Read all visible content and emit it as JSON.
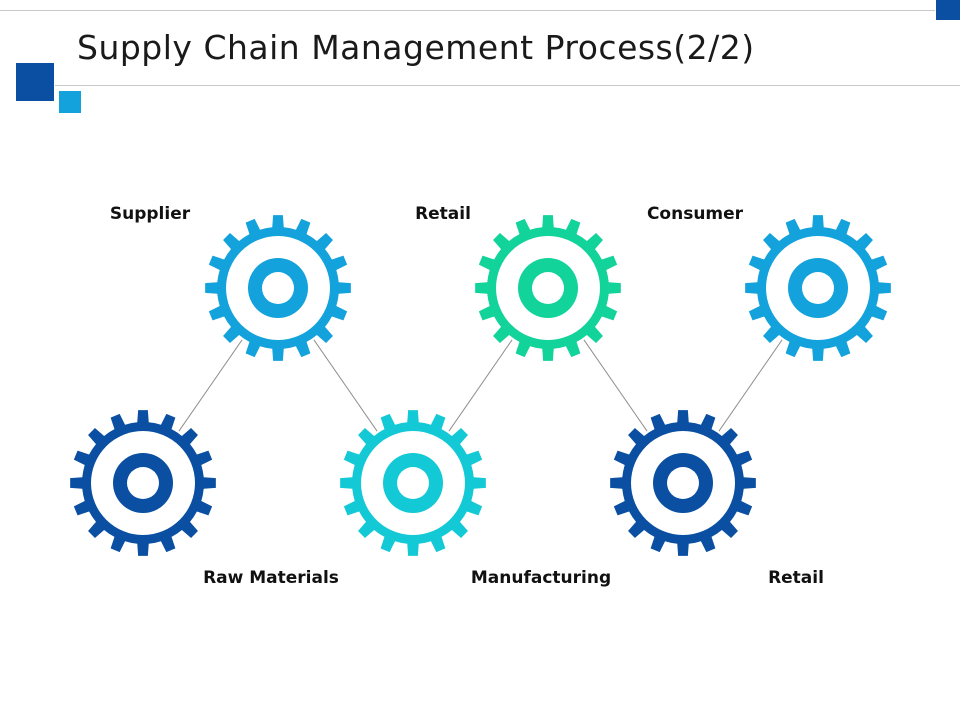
{
  "slide": {
    "title": "Supply Chain Management Process(2/2)"
  },
  "colors": {
    "dark_blue": "#0a4fa1",
    "medium_blue": "#13a2dc",
    "green": "#12d39a",
    "cyan": "#14c9d6",
    "connector": "#8f8f8f",
    "rule": "#c8c8c8",
    "title_text": "#1a1a1a"
  },
  "stages": [
    {
      "label": "Raw Materials",
      "color": "#0a4fa1",
      "row": "bottom",
      "icon": "gear-icon"
    },
    {
      "label": "Supplier",
      "color": "#13a2dc",
      "row": "top",
      "icon": "gear-icon"
    },
    {
      "label": "Manufacturing",
      "color": "#14c9d6",
      "row": "bottom",
      "icon": "gear-icon"
    },
    {
      "label": "Retail",
      "color": "#12d39a",
      "row": "top",
      "icon": "gear-icon"
    },
    {
      "label": "Retail",
      "color": "#0a4fa1",
      "row": "bottom",
      "icon": "gear-icon"
    },
    {
      "label": "Consumer",
      "color": "#13a2dc",
      "row": "top",
      "icon": "gear-icon"
    }
  ]
}
